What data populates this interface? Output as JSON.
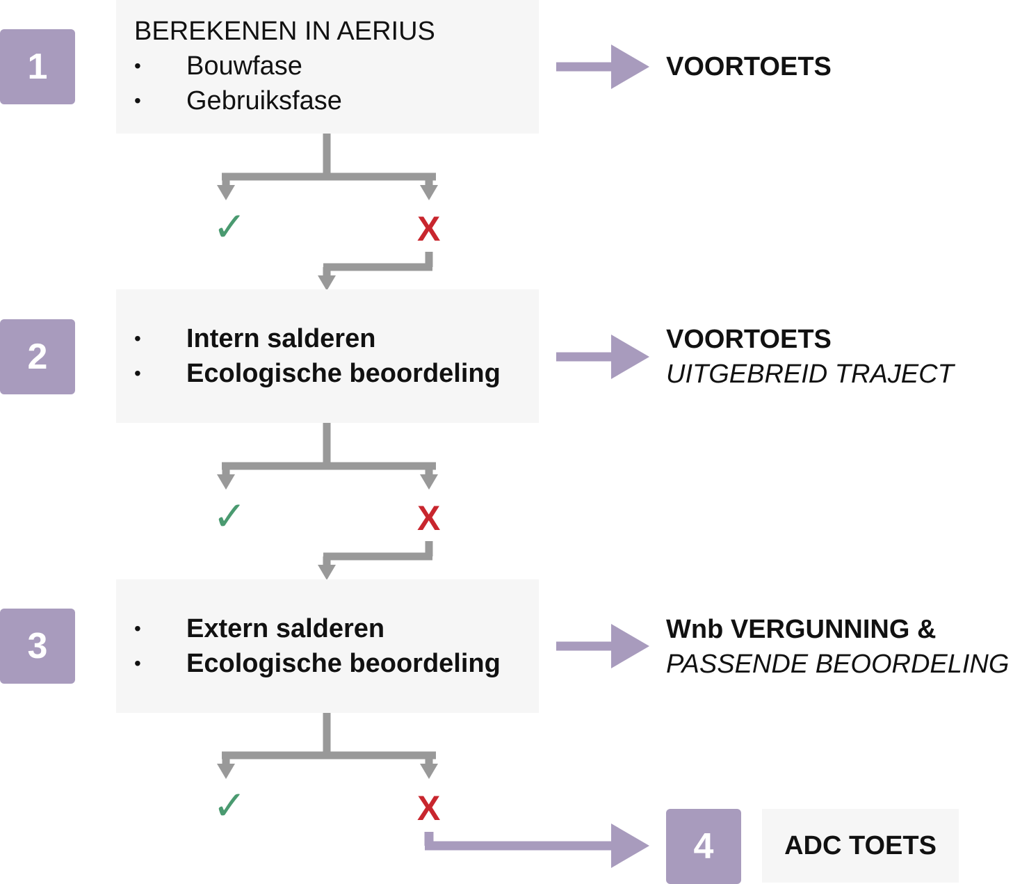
{
  "colors": {
    "badge": "#a89bbd",
    "box": "#f6f6f6",
    "connector": "#999999",
    "result_arrow": "#a89bbd",
    "check": "#4a9a70",
    "cross": "#c8262e"
  },
  "symbols": {
    "check": "✓",
    "cross": "X",
    "bullet": "•"
  },
  "steps": [
    {
      "number": "1",
      "title": "BEREKENEN IN AERIUS",
      "items": [
        "Bouwfase",
        "Gebruiksfase"
      ],
      "result_main": "VOORTOETS",
      "result_sub": ""
    },
    {
      "number": "2",
      "title": "",
      "items": [
        "Intern salderen",
        "Ecologische beoordeling"
      ],
      "result_main": "VOORTOETS",
      "result_sub": "UITGEBREID TRAJECT"
    },
    {
      "number": "3",
      "title": "",
      "items": [
        "Extern salderen",
        "Ecologische beoordeling"
      ],
      "result_main": "Wnb VERGUNNING &",
      "result_sub": "PASSENDE BEOORDELING"
    }
  ],
  "final_step": {
    "number": "4",
    "label": "ADC TOETS"
  }
}
